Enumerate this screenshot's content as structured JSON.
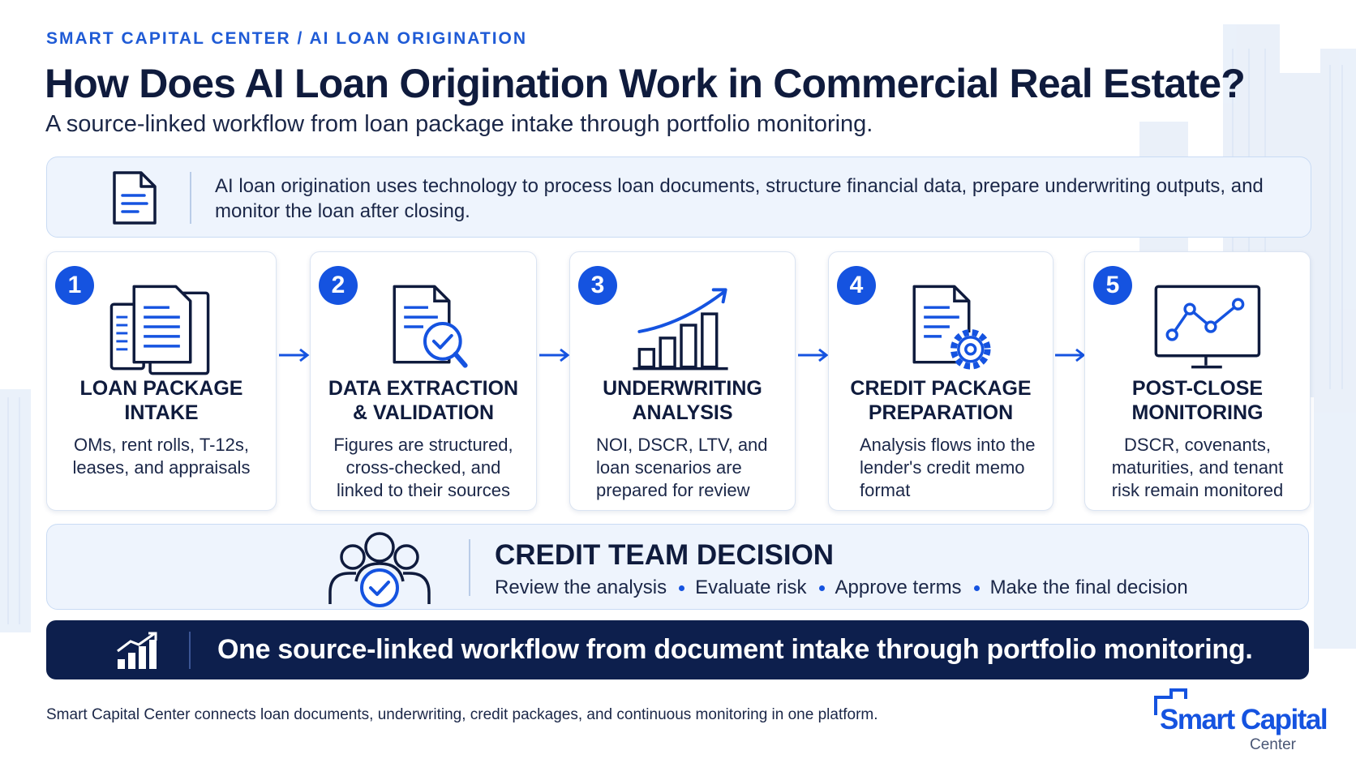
{
  "header": {
    "eyebrow": "SMART CAPITAL CENTER / AI LOAN ORIGINATION",
    "title": "How Does AI Loan Origination Work in Commercial Real Estate?",
    "subtitle": "A source-linked workflow from loan package intake through portfolio monitoring."
  },
  "definition": {
    "icon": "document-icon",
    "text": "AI loan origination uses technology to process loan documents, structure financial data, prepare underwriting outputs, and monitor the loan after closing."
  },
  "steps": [
    {
      "number": "1",
      "icon": "documents-stack-icon",
      "title": "LOAN PACKAGE INTAKE",
      "description": "OMs, rent rolls, T-12s, leases, and appraisals"
    },
    {
      "number": "2",
      "icon": "document-check-icon",
      "title": "DATA EXTRACTION & VALIDATION",
      "description": "Figures are structured, cross-checked, and linked to their sources"
    },
    {
      "number": "3",
      "icon": "bar-chart-trend-icon",
      "title": "UNDERWRITING ANALYSIS",
      "description": "NOI, DSCR, LTV, and loan scenarios are prepared for review"
    },
    {
      "number": "4",
      "icon": "document-gear-icon",
      "title": "CREDIT PACKAGE PREPARATION",
      "description": "Analysis flows into the lender's credit memo format"
    },
    {
      "number": "5",
      "icon": "monitor-chart-icon",
      "title": "POST-CLOSE MONITORING",
      "description": "DSCR, covenants, maturities, and tenant risk remain monitored"
    }
  ],
  "decision": {
    "icon": "team-check-icon",
    "title": "CREDIT TEAM DECISION",
    "items": [
      "Review the analysis",
      "Evaluate risk",
      "Approve terms",
      "Make the final decision"
    ]
  },
  "banner": {
    "icon": "growth-chart-icon",
    "text": "One source-linked workflow from document intake through portfolio monitoring."
  },
  "footer": {
    "text": "Smart Capital Center connects loan documents, underwriting, credit packages, and continuous monitoring in one platform."
  },
  "logo": {
    "name": "Smart Capital",
    "sub": "Center"
  },
  "colors": {
    "accent": "#1553e0",
    "navy": "#0d1f4d",
    "panel": "#eef4fd"
  }
}
